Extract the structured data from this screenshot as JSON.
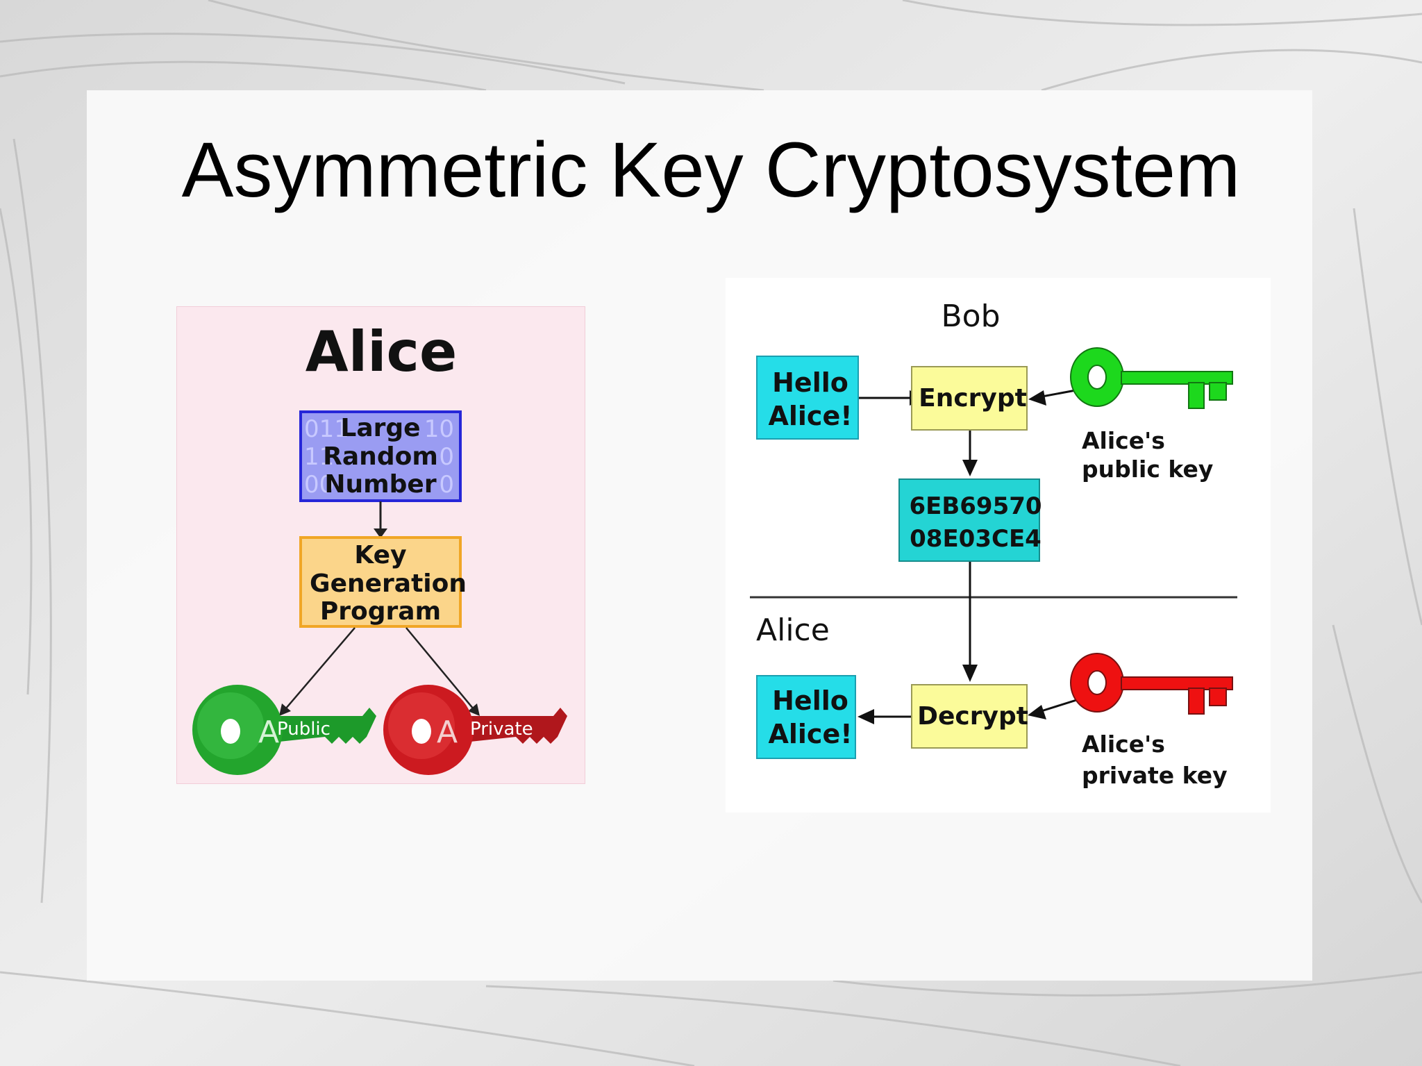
{
  "slide": {
    "title": "Asymmetric Key Cryptosystem"
  },
  "left_diagram": {
    "heading": "Alice",
    "random_box": {
      "line1": "Large",
      "line2": "Random",
      "line3": "Number",
      "bits_row1_left": "011",
      "bits_row1_right": "10",
      "bits_row2_left": "11",
      "bits_row2_right": "0",
      "bits_row3_left": "00",
      "bits_row3_right": "0"
    },
    "keygen_box": {
      "line1": "Key",
      "line2": "Generation",
      "line3": "Program"
    },
    "public_key": {
      "letter": "A",
      "label": "Public",
      "color": "#1d9a2a"
    },
    "private_key": {
      "letter": "A",
      "label": "Private",
      "color": "#c8151b"
    }
  },
  "right_diagram": {
    "bob_label": "Bob",
    "alice_label": "Alice",
    "plaintext_top": {
      "line1": "Hello",
      "line2": "Alice!"
    },
    "encrypt_label": "Encrypt",
    "ciphertext": {
      "line1": "6EB69570",
      "line2": "08E03CE4"
    },
    "plaintext_bottom": {
      "line1": "Hello",
      "line2": "Alice!"
    },
    "decrypt_label": "Decrypt",
    "public_key_caption": {
      "line1": "Alice's",
      "line2": "public key",
      "color": "#22ee22"
    },
    "private_key_caption": {
      "line1": "Alice's",
      "line2": "private key",
      "color": "#ee1111"
    }
  }
}
